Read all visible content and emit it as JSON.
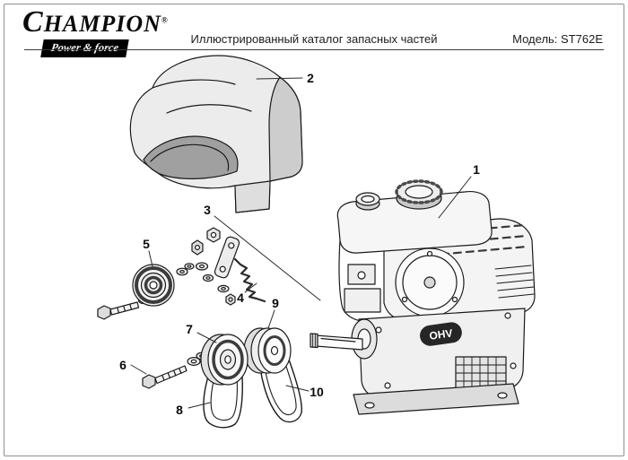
{
  "header": {
    "brand": "CHAMPION",
    "brand_mark": "®",
    "tagline": "Power & force",
    "title": "Иллюстрированный каталог запасных частей",
    "model": "Модель: ST762E"
  },
  "diagram": {
    "engine_badge": "OHV",
    "callouts": [
      {
        "num": "1"
      },
      {
        "num": "2"
      },
      {
        "num": "3"
      },
      {
        "num": "4"
      },
      {
        "num": "5"
      },
      {
        "num": "6"
      },
      {
        "num": "7"
      },
      {
        "num": "8"
      },
      {
        "num": "9"
      },
      {
        "num": "10"
      }
    ]
  }
}
